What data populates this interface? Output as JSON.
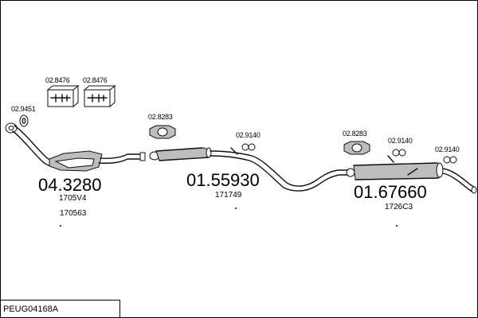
{
  "diagram": {
    "code": "PEUG04168A",
    "parts": {
      "front": {
        "number": "04.3280",
        "codes": [
          "1705V4",
          "170563"
        ]
      },
      "middle": {
        "number": "01.55930",
        "codes": [
          "171749"
        ]
      },
      "rear": {
        "number": "01.67660",
        "codes": [
          "1726C3"
        ]
      }
    },
    "fittings": {
      "gasket_front": "02.9451",
      "kit_left": "02.8476",
      "kit_right": "02.8476",
      "clamp_mid": "02.8283",
      "hanger_mid": "02.9140",
      "clamp_rear": "02.8283",
      "hanger_rear_1": "02.9140",
      "hanger_rear_2": "02.9140"
    }
  }
}
